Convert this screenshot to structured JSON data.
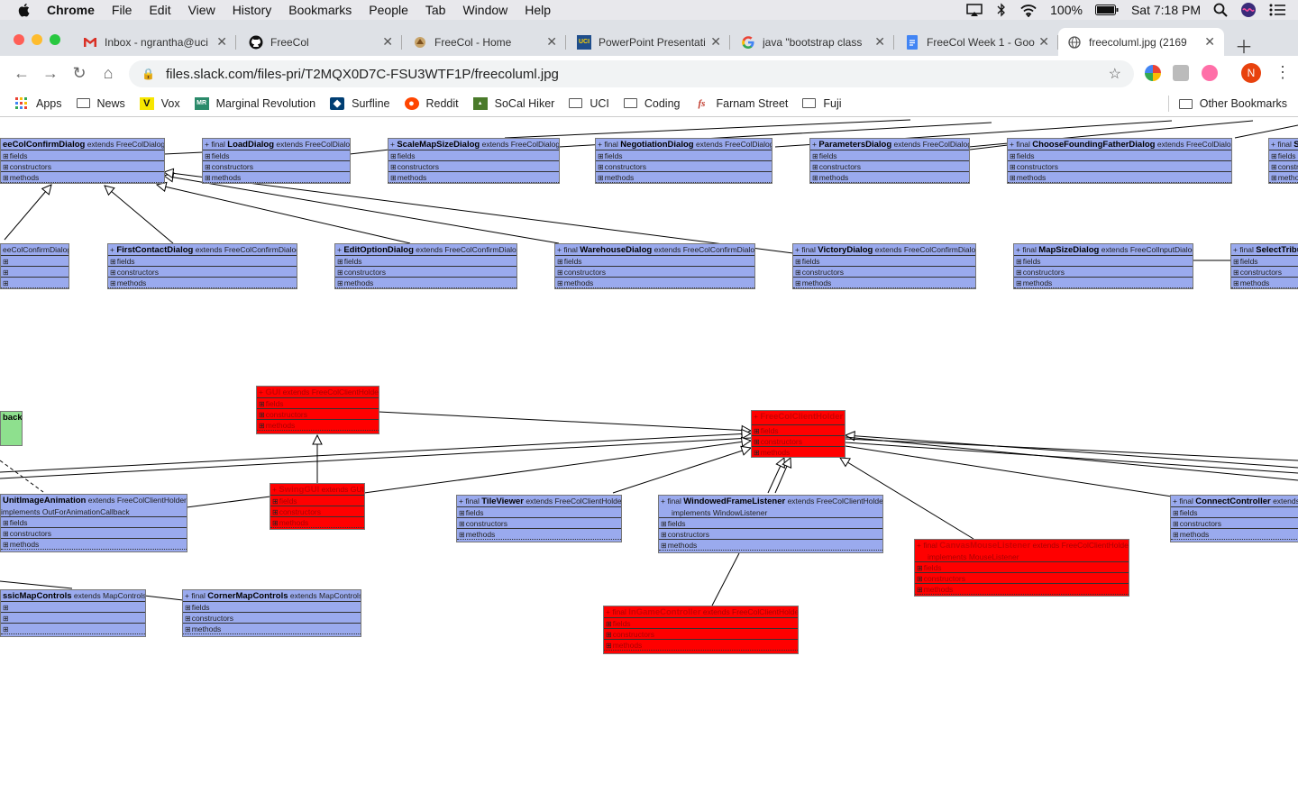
{
  "menubar": {
    "app": "Chrome",
    "items": [
      "File",
      "Edit",
      "View",
      "History",
      "Bookmarks",
      "People",
      "Tab",
      "Window",
      "Help"
    ],
    "battery": "100%",
    "clock": "Sat 7:18 PM"
  },
  "tabs": [
    {
      "title": "Inbox - ngrantha@uci",
      "icon": "gmail-icon"
    },
    {
      "title": "FreeCol",
      "icon": "github-icon"
    },
    {
      "title": "FreeCol - Home",
      "icon": "freecol-icon"
    },
    {
      "title": "PowerPoint Presentati",
      "icon": "uci-icon"
    },
    {
      "title": "java \"bootstrap class",
      "icon": "google-icon"
    },
    {
      "title": "FreeCol Week 1 - Goo",
      "icon": "docs-icon"
    },
    {
      "title": "freecoluml.jpg (2169",
      "icon": "globe-icon"
    }
  ],
  "omnibox": {
    "url": "files.slack.com/files-pri/T2MQX0D7C-FSU3WTF1P/freecoluml.jpg"
  },
  "bookmarks": [
    {
      "label": "Apps",
      "icon": "apps-grid-icon"
    },
    {
      "label": "News",
      "icon": "folder-icon"
    },
    {
      "label": "Vox",
      "icon": "vox-icon"
    },
    {
      "label": "Marginal Revolution",
      "icon": "mr-icon"
    },
    {
      "label": "Surfline",
      "icon": "surfline-icon"
    },
    {
      "label": "Reddit",
      "icon": "reddit-icon"
    },
    {
      "label": "SoCal Hiker",
      "icon": "hiker-icon"
    },
    {
      "label": "UCI",
      "icon": "folder-icon"
    },
    {
      "label": "Coding",
      "icon": "folder-icon"
    },
    {
      "label": "Farnam Street",
      "icon": "fs-icon"
    },
    {
      "label": "Fuji",
      "icon": "folder-icon"
    }
  ],
  "other_bookmarks": "Other Bookmarks",
  "profile_initial": "N",
  "uml": {
    "rows": {
      "fields": "fields",
      "constructors": "constructors",
      "methods": "methods"
    },
    "classes": [
      {
        "id": "c1",
        "prefix": "",
        "name": "eeColConfirmDialog",
        "ext": "extends FreeColDialog",
        "color": "blue"
      },
      {
        "id": "c2",
        "prefix": "+ final",
        "name": "LoadDialog",
        "ext": "extends FreeColDialog",
        "color": "blue"
      },
      {
        "id": "c3",
        "prefix": "+",
        "name": "ScaleMapSizeDialog",
        "ext": "extends FreeColDialog",
        "color": "blue"
      },
      {
        "id": "c4",
        "prefix": "+ final",
        "name": "NegotiationDialog",
        "ext": "extends FreeColDialog",
        "color": "blue"
      },
      {
        "id": "c5",
        "prefix": "+",
        "name": "ParametersDialog",
        "ext": "extends FreeColDialog",
        "color": "blue"
      },
      {
        "id": "c6",
        "prefix": "+ final",
        "name": "ChooseFoundingFatherDialog",
        "ext": "extends FreeColDialog",
        "color": "blue"
      },
      {
        "id": "c7",
        "prefix": "+ final",
        "name": "S",
        "ext": "",
        "color": "blue"
      },
      {
        "id": "c8",
        "prefix": "",
        "name": "",
        "ext": "eeColConfirmDialog",
        "color": "blue"
      },
      {
        "id": "c9",
        "prefix": "+",
        "name": "FirstContactDialog",
        "ext": "extends FreeColConfirmDialog",
        "color": "blue"
      },
      {
        "id": "c10",
        "prefix": "+",
        "name": "EditOptionDialog",
        "ext": "extends FreeColConfirmDialog",
        "color": "blue"
      },
      {
        "id": "c11",
        "prefix": "+ final",
        "name": "WarehouseDialog",
        "ext": "extends FreeColConfirmDialog",
        "color": "blue"
      },
      {
        "id": "c12",
        "prefix": "+ final",
        "name": "VictoryDialog",
        "ext": "extends FreeColConfirmDialog",
        "color": "blue"
      },
      {
        "id": "c13",
        "prefix": "+ final",
        "name": "MapSizeDialog",
        "ext": "extends FreeColInputDialog",
        "color": "blue"
      },
      {
        "id": "c14",
        "prefix": "+ final",
        "name": "SelectTribu",
        "ext": "",
        "color": "blue"
      },
      {
        "id": "c15",
        "prefix": "",
        "name": "back",
        "ext": "",
        "color": "green"
      },
      {
        "id": "c16",
        "prefix": "+",
        "name": "GUI",
        "ext": "extends FreeColClientHolder",
        "color": "red"
      },
      {
        "id": "c17",
        "prefix": "+",
        "name": "FreeColClientHolder",
        "ext": "",
        "color": "red"
      },
      {
        "id": "c18",
        "prefix": "",
        "name": "UnitImageAnimation",
        "ext": "extends FreeColClientHolder",
        "impl": "implements OutForAnimationCallback",
        "color": "blue"
      },
      {
        "id": "c19",
        "prefix": "+",
        "name": "SwingGUI",
        "ext": "extends GUI",
        "color": "red"
      },
      {
        "id": "c20",
        "prefix": "+ final",
        "name": "TileViewer",
        "ext": "extends FreeColClientHolder",
        "color": "blue"
      },
      {
        "id": "c21",
        "prefix": "+ final",
        "name": "WindowedFrameListener",
        "ext": "extends FreeColClientHolder",
        "impl": "implements WindowListener",
        "color": "blue"
      },
      {
        "id": "c22",
        "prefix": "+ final",
        "name": "ConnectController",
        "ext": "extends",
        "color": "blue"
      },
      {
        "id": "c23",
        "prefix": "+ final",
        "name": "CanvasMouseListener",
        "ext": "extends FreeColClientHolder",
        "impl": "implements MouseListener",
        "color": "red"
      },
      {
        "id": "c24",
        "prefix": "",
        "name": "ssicMapControls",
        "ext": "extends MapControls",
        "color": "blue"
      },
      {
        "id": "c25",
        "prefix": "+ final",
        "name": "CornerMapControls",
        "ext": "extends MapControls",
        "color": "blue"
      },
      {
        "id": "c26",
        "prefix": "+ final",
        "name": "InGameController",
        "ext": "extends FreeColClientHolder",
        "color": "red"
      }
    ]
  }
}
